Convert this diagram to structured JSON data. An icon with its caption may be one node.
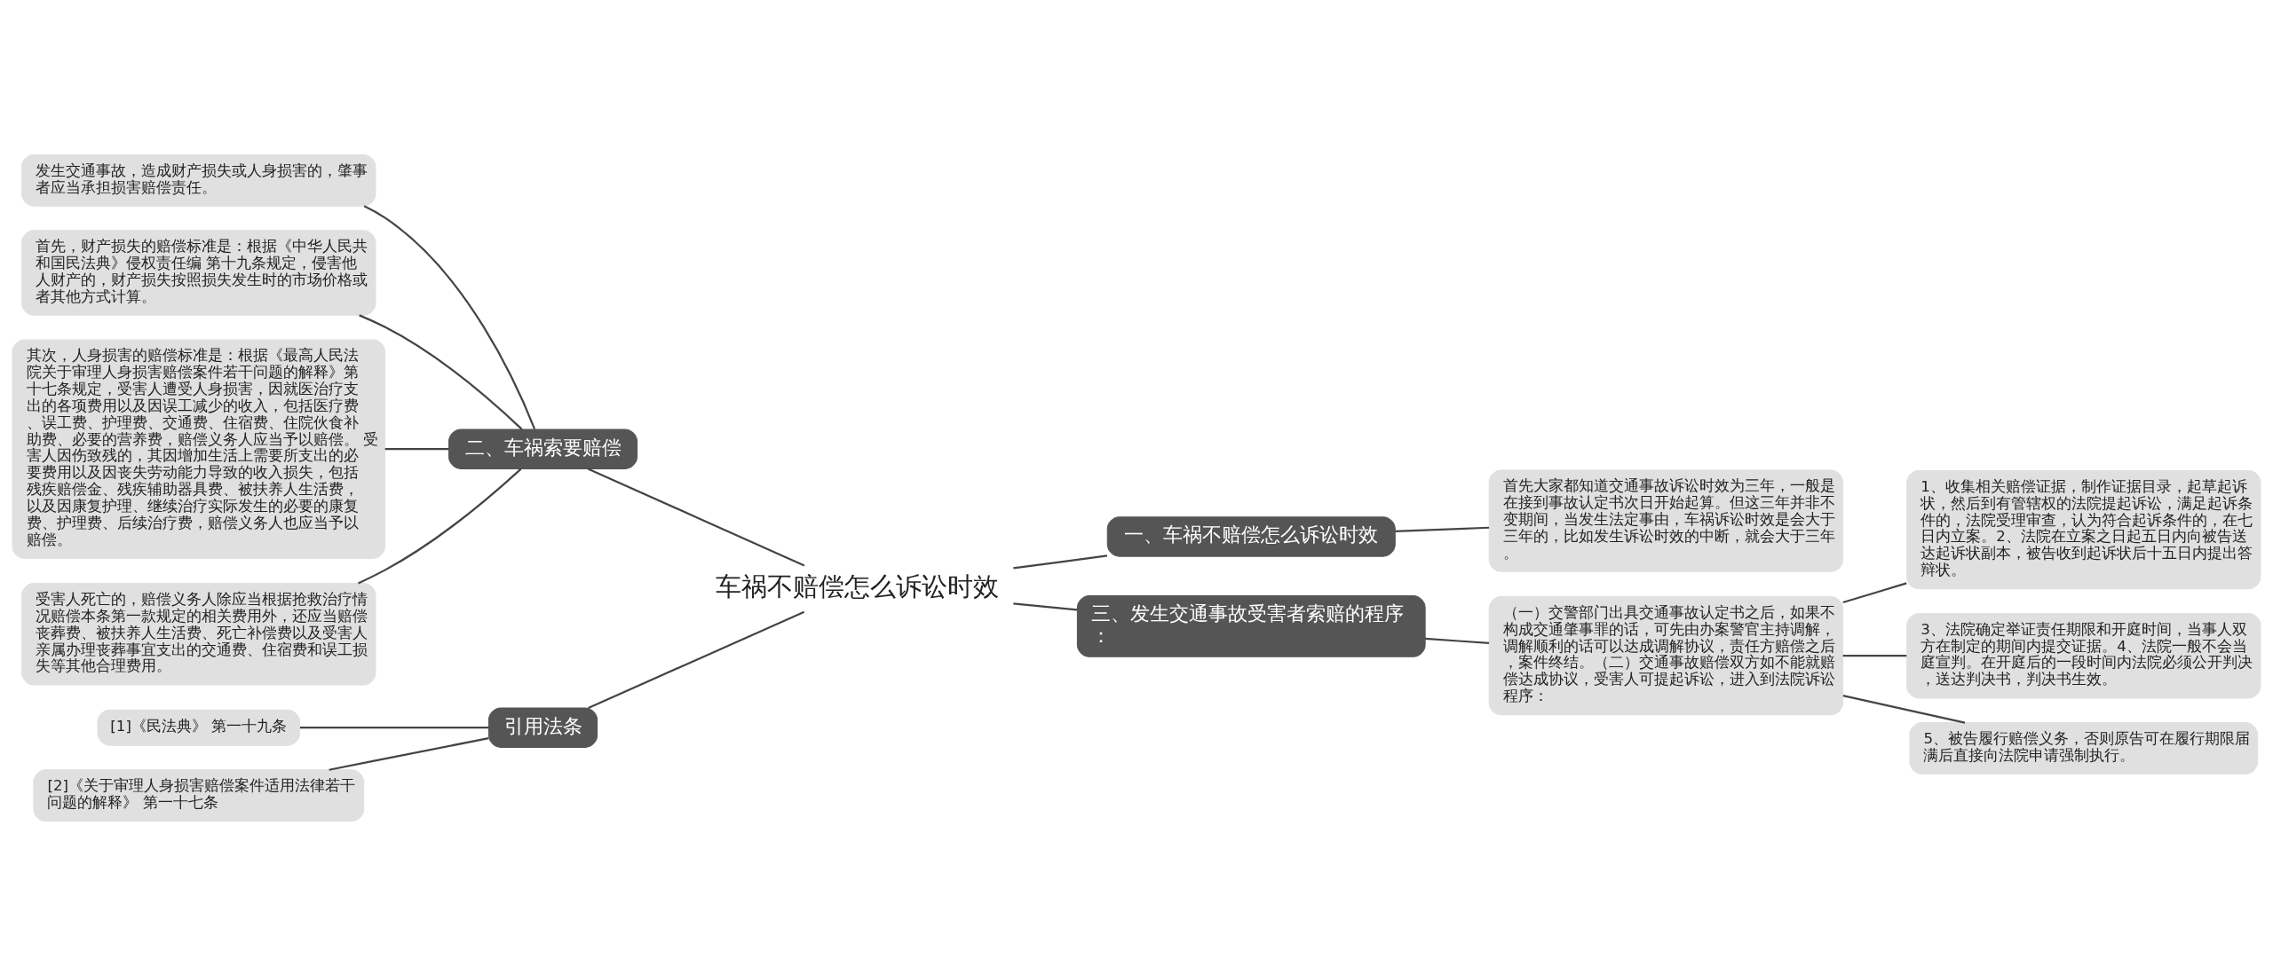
{
  "diagram": {
    "nodes": [
      {
        "text": [
          "车祸不赔偿怎么诉讼时效"
        ]
      },
      {
        "text": [
          "一、车祸不赔偿怎么诉讼时效"
        ]
      },
      {
        "text": [
          "首先大家都知道交通事故诉讼时效为三年，一般是在接到事故认定书次日开始起算。但这三年并非不变期间，当发生法定事由，车祸诉讼时效是会大于三年的，比如发生诉讼时效的中断，就会大于三年。"
        ]
      },
      {
        "text": [
          "三、发生交通事故受害者索赔的程序："
        ]
      },
      {
        "text": [
          "（一）交警部门出具交通事故认定书之后，如果不构成交通肇事罪的话，可先由办案警官主持调解，调解顺利的话可以达成调解协议，责任方赔偿之后，案件终结。（二）交通事故赔偿双方如不能就赔偿达成协议，受害人可提起诉讼，进入到法院诉讼程序："
        ]
      },
      {
        "text": [
          "1、收集相关赔偿证据，制作证据目录，起草起诉状，然后到有管辖权的法院提起诉讼，满足起诉条件的，法院受理审查，认为符合起诉条件的，在七日内立案。2、法院在立案之日起五日内向被告送达起诉状副本，被告收到起诉状后十五日内提出答辩状。"
        ]
      },
      {
        "text": [
          "3、法院确定举证责任期限和开庭时间，当事人双方在制定的期间内提交证据。4、法院一般不会当庭宣判。在开庭后的一段时间内法院必须公开判决，送达判决书，判决书生效。"
        ]
      },
      {
        "text": [
          "5、被告履行赔偿义务，否则原告可在履行期限届满后直接向法院申请强制执行。"
        ]
      },
      {
        "text": [
          "二、车祸索要赔偿"
        ]
      },
      {
        "text": [
          "发生交通事故，造成财产损失或人身损害的，肇事者应当承担损害赔偿责任。"
        ]
      },
      {
        "text": [
          "首先，财产损失的赔偿标准是：根据《中华人民共和国民法典》侵权责任编 第十九条规定，侵害他人财产的，财产损失按照损失发生时的市场价格或者其他方式计算。"
        ]
      },
      {
        "text": [
          "其次，人身损害的赔偿标准是：根据《最高人民法院关于审理人身损害赔偿案件若干问题的解释》第十七条规定，受害人遭受人身损害，因就医治疗支出的各项费用以及因误工减少的收入，包括医疗费、误工费、护理费、交通费、住宿费、住院伙食补助费、必要的营养费，赔偿义务人应当予以赔偿。 受害人因伤致残的，其因增加生活上需要所支出的必要费用以及因丧失劳动能力导致的收入损失，包括残疾赔偿金、残疾辅助器具费、被扶养人生活费，以及因康复护理、继续治疗实际发生的必要的康复费、护理费、后续治疗费，赔偿义务人也应当予以赔偿。"
        ]
      },
      {
        "text": [
          "受害人死亡的，赔偿义务人除应当根据抢救治疗情况赔偿本条第一款规定的相关费用外，还应当赔偿丧葬费、被扶养人生活费、死亡补偿费以及受害人亲属办理丧葬事宜支出的交通费、住宿费和误工损失等其他合理费用。"
        ]
      },
      {
        "text": [
          "引用法条"
        ]
      },
      {
        "text": [
          "[1]《民法典》 第一十九条"
        ]
      },
      {
        "text": [
          "[2]《关于审理人身损害赔偿案件适用法律若干问题的解释》 第一十七条"
        ]
      }
    ],
    "edges": [
      {
        "from": 0,
        "to": 1,
        "arrow": "none"
      },
      {
        "from": 1,
        "to": 2,
        "arrow": "none"
      },
      {
        "from": 0,
        "to": 3,
        "arrow": "none"
      },
      {
        "from": 3,
        "to": 4,
        "arrow": "none"
      },
      {
        "from": 4,
        "to": 5,
        "arrow": "none"
      },
      {
        "from": 4,
        "to": 6,
        "arrow": "none"
      },
      {
        "from": 4,
        "to": 7,
        "arrow": "none"
      },
      {
        "from": 0,
        "to": 8,
        "arrow": "none"
      },
      {
        "from": 8,
        "to": 9,
        "arrow": "none"
      },
      {
        "from": 8,
        "to": 10,
        "arrow": "none"
      },
      {
        "from": 8,
        "to": 11,
        "arrow": "none"
      },
      {
        "from": 8,
        "to": 12,
        "arrow": "none"
      },
      {
        "from": 0,
        "to": 13,
        "arrow": "none"
      },
      {
        "from": 13,
        "to": 14,
        "arrow": "none"
      },
      {
        "from": 13,
        "to": 15,
        "arrow": "none"
      }
    ]
  }
}
